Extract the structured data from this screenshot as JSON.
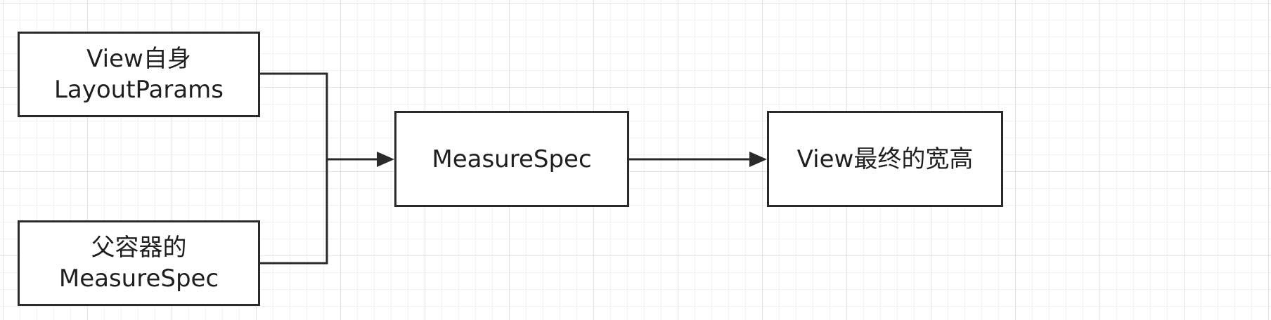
{
  "diagram": {
    "nodes": {
      "layout_params": {
        "line1": "View自身",
        "line2": "LayoutParams"
      },
      "parent_spec": {
        "line1": "父容器的",
        "line2": "MeasureSpec"
      },
      "measure_spec": {
        "label": "MeasureSpec"
      },
      "final_size": {
        "label": "View最终的宽高"
      }
    },
    "edges": [
      {
        "from": "layout_params",
        "to": "measure_spec"
      },
      {
        "from": "parent_spec",
        "to": "measure_spec"
      },
      {
        "from": "measure_spec",
        "to": "final_size"
      }
    ],
    "colors": {
      "stroke": "#2a2a2a",
      "text": "#1f1f1f",
      "grid": "#e4e4e4",
      "background": "#ffffff"
    }
  }
}
